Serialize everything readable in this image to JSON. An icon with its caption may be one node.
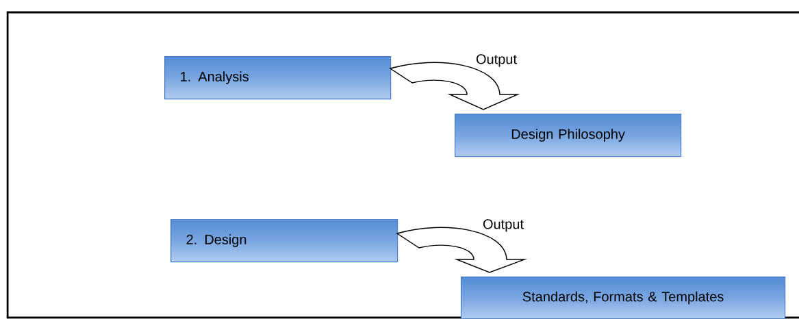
{
  "diagram": {
    "nodes": [
      {
        "text": [
          "1. Analysis"
        ]
      },
      {
        "text": [
          "Design Philosophy"
        ]
      },
      {
        "text": [
          "2. Design"
        ]
      },
      {
        "text": [
          "Standards, Formats & Templates"
        ]
      }
    ],
    "edges": [
      {
        "from": 0,
        "to": 1,
        "arrow": "to",
        "label": "Output"
      },
      {
        "from": 2,
        "to": 3,
        "arrow": "to",
        "label": "Output"
      }
    ]
  }
}
